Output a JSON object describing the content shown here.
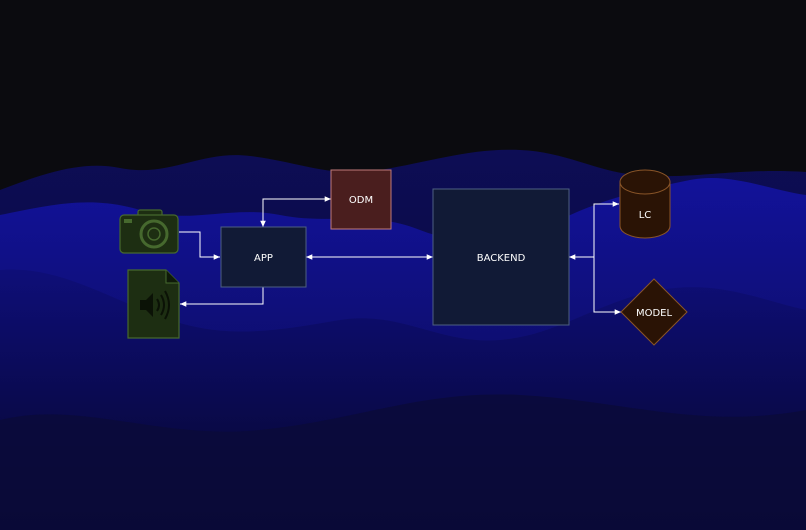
{
  "diagram": {
    "nodes": {
      "odm": {
        "label": "ODM",
        "fill": "#4a1e1e",
        "stroke": "#c07a7a"
      },
      "app": {
        "label": "APP",
        "fill": "#111a36",
        "stroke": "#4d5f82"
      },
      "backend": {
        "label": "BACKEND",
        "fill": "#111a36",
        "stroke": "#4d5f82"
      },
      "lc": {
        "label": "LC",
        "fill": "#2a1305",
        "stroke": "#8a5528"
      },
      "model": {
        "label": "MODEL",
        "fill": "#2a1305",
        "stroke": "#8a5528"
      }
    },
    "icons": {
      "camera": {
        "name": "camera-icon",
        "fill": "#1d2e12",
        "stroke": "#46692e"
      },
      "audio_file": {
        "name": "audio-file-icon",
        "fill": "#1d2e12",
        "stroke": "#46692e"
      }
    },
    "edges": [
      {
        "from": "camera",
        "to": "app",
        "arrow": "end"
      },
      {
        "from": "app",
        "to": "odm",
        "arrow": "both"
      },
      {
        "from": "app",
        "to": "audio_file",
        "arrow": "end"
      },
      {
        "from": "app",
        "to": "backend",
        "arrow": "both"
      },
      {
        "from": "backend",
        "to": "lc",
        "arrow": "both"
      },
      {
        "from": "backend",
        "to": "model",
        "arrow": "both"
      }
    ],
    "colors": {
      "background_top": "#0b0b0f",
      "wave_dark": "#0a0a3e",
      "wave_mid": "#0c0c5c",
      "wave_bright": "#11119a",
      "connector": "#ffffff"
    }
  }
}
